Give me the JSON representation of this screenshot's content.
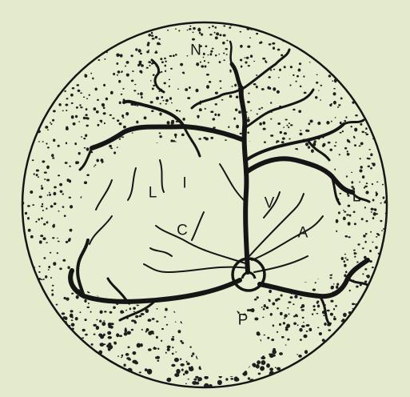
{
  "figure": {
    "labels": {
      "n": "N",
      "l_left": "L",
      "i": "I",
      "l_right": "L",
      "v": "V",
      "c": "C",
      "a": "A",
      "p": "P"
    },
    "colors": {
      "background": "#e3ebcc",
      "disc": "#e6edd0",
      "ink": "#151515",
      "stipple": "#1e1e1e"
    }
  }
}
